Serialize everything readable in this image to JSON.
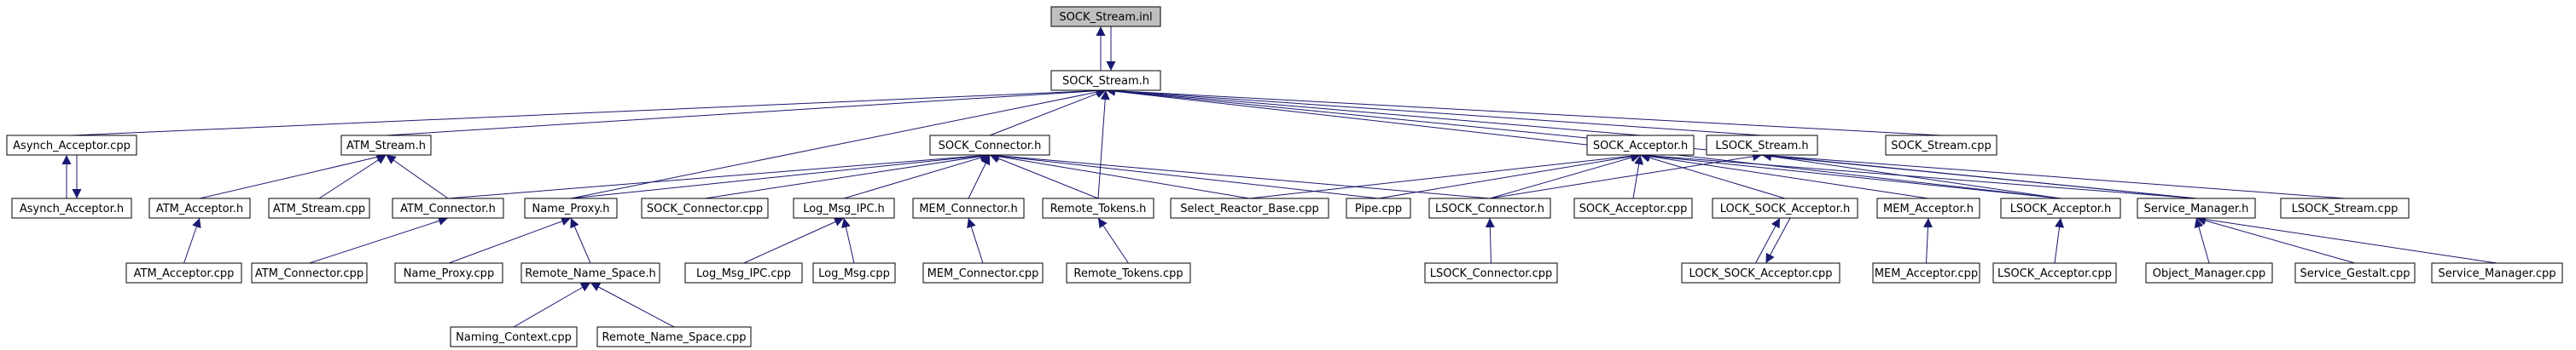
{
  "diagram": {
    "arrow_color": "#191970",
    "root_fill": "#bfbfbf",
    "nodes": [
      {
        "id": "n0",
        "label": "SOCK_Stream.inl"
      },
      {
        "id": "n1",
        "label": "SOCK_Stream.h"
      },
      {
        "id": "n2",
        "label": "Asynch_Acceptor.cpp"
      },
      {
        "id": "n3",
        "label": "ATM_Stream.h"
      },
      {
        "id": "n4",
        "label": "SOCK_Connector.h"
      },
      {
        "id": "n5",
        "label": "SOCK_Acceptor.h"
      },
      {
        "id": "n6",
        "label": "LSOCK_Stream.h"
      },
      {
        "id": "n7",
        "label": "SOCK_Stream.cpp"
      },
      {
        "id": "n8",
        "label": "Asynch_Acceptor.h"
      },
      {
        "id": "n9",
        "label": "ATM_Acceptor.h"
      },
      {
        "id": "n10",
        "label": "ATM_Stream.cpp"
      },
      {
        "id": "n11",
        "label": "ATM_Connector.h"
      },
      {
        "id": "n12",
        "label": "Name_Proxy.h"
      },
      {
        "id": "n13",
        "label": "SOCK_Connector.cpp"
      },
      {
        "id": "n14",
        "label": "Log_Msg_IPC.h"
      },
      {
        "id": "n15",
        "label": "MEM_Connector.h"
      },
      {
        "id": "n16",
        "label": "Remote_Tokens.h"
      },
      {
        "id": "n17",
        "label": "Select_Reactor_Base.cpp"
      },
      {
        "id": "n18",
        "label": "Pipe.cpp"
      },
      {
        "id": "n19",
        "label": "LSOCK_Connector.h"
      },
      {
        "id": "n20",
        "label": "SOCK_Acceptor.cpp"
      },
      {
        "id": "n21",
        "label": "LOCK_SOCK_Acceptor.h"
      },
      {
        "id": "n22",
        "label": "MEM_Acceptor.h"
      },
      {
        "id": "n23",
        "label": "LSOCK_Acceptor.h"
      },
      {
        "id": "n24",
        "label": "Service_Manager.h"
      },
      {
        "id": "n25",
        "label": "LSOCK_Stream.cpp"
      },
      {
        "id": "n26",
        "label": "ATM_Acceptor.cpp"
      },
      {
        "id": "n27",
        "label": "ATM_Connector.cpp"
      },
      {
        "id": "n28",
        "label": "Name_Proxy.cpp"
      },
      {
        "id": "n29",
        "label": "Remote_Name_Space.h"
      },
      {
        "id": "n30",
        "label": "Log_Msg_IPC.cpp"
      },
      {
        "id": "n31",
        "label": "Log_Msg.cpp"
      },
      {
        "id": "n32",
        "label": "MEM_Connector.cpp"
      },
      {
        "id": "n33",
        "label": "Remote_Tokens.cpp"
      },
      {
        "id": "n34",
        "label": "LSOCK_Connector.cpp"
      },
      {
        "id": "n35",
        "label": "LOCK_SOCK_Acceptor.cpp"
      },
      {
        "id": "n36",
        "label": "MEM_Acceptor.cpp"
      },
      {
        "id": "n37",
        "label": "LSOCK_Acceptor.cpp"
      },
      {
        "id": "n38",
        "label": "Object_Manager.cpp"
      },
      {
        "id": "n39",
        "label": "Service_Gestalt.cpp"
      },
      {
        "id": "n40",
        "label": "Service_Manager.cpp"
      },
      {
        "id": "n41",
        "label": "Naming_Context.cpp"
      },
      {
        "id": "n42",
        "label": "Remote_Name_Space.cpp"
      }
    ],
    "edges": [
      [
        "n1",
        "n0"
      ],
      [
        "n0",
        "n1"
      ],
      [
        "n2",
        "n1"
      ],
      [
        "n3",
        "n1"
      ],
      [
        "n4",
        "n1"
      ],
      [
        "n5",
        "n1"
      ],
      [
        "n6",
        "n1"
      ],
      [
        "n7",
        "n1"
      ],
      [
        "n12",
        "n1"
      ],
      [
        "n16",
        "n1"
      ],
      [
        "n23",
        "n1"
      ],
      [
        "n24",
        "n1"
      ],
      [
        "n8",
        "n2"
      ],
      [
        "n2",
        "n8"
      ],
      [
        "n9",
        "n3"
      ],
      [
        "n10",
        "n3"
      ],
      [
        "n11",
        "n3"
      ],
      [
        "n11",
        "n4"
      ],
      [
        "n12",
        "n4"
      ],
      [
        "n13",
        "n4"
      ],
      [
        "n14",
        "n4"
      ],
      [
        "n15",
        "n4"
      ],
      [
        "n16",
        "n4"
      ],
      [
        "n17",
        "n4"
      ],
      [
        "n18",
        "n4"
      ],
      [
        "n19",
        "n4"
      ],
      [
        "n17",
        "n5"
      ],
      [
        "n18",
        "n5"
      ],
      [
        "n19",
        "n5"
      ],
      [
        "n20",
        "n5"
      ],
      [
        "n21",
        "n5"
      ],
      [
        "n22",
        "n5"
      ],
      [
        "n23",
        "n5"
      ],
      [
        "n24",
        "n5"
      ],
      [
        "n19",
        "n6"
      ],
      [
        "n23",
        "n6"
      ],
      [
        "n24",
        "n6"
      ],
      [
        "n25",
        "n6"
      ],
      [
        "n26",
        "n9"
      ],
      [
        "n27",
        "n11"
      ],
      [
        "n28",
        "n12"
      ],
      [
        "n29",
        "n12"
      ],
      [
        "n30",
        "n14"
      ],
      [
        "n31",
        "n14"
      ],
      [
        "n32",
        "n15"
      ],
      [
        "n33",
        "n16"
      ],
      [
        "n34",
        "n19"
      ],
      [
        "n35",
        "n21"
      ],
      [
        "n21",
        "n35"
      ],
      [
        "n36",
        "n22"
      ],
      [
        "n37",
        "n23"
      ],
      [
        "n38",
        "n24"
      ],
      [
        "n39",
        "n24"
      ],
      [
        "n40",
        "n24"
      ],
      [
        "n41",
        "n29"
      ],
      [
        "n42",
        "n29"
      ]
    ]
  }
}
